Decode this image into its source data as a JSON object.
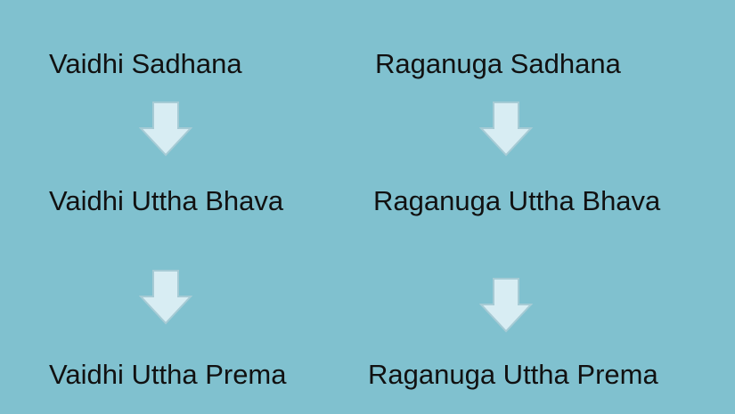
{
  "left_column": [
    "Vaidhi Sadhana",
    "Vaidhi Uttha Bhava",
    "Vaidhi Uttha Prema"
  ],
  "right_column": [
    "Raganuga Sadhana",
    "Raganuga Uttha Bhava",
    "Raganuga Uttha Prema"
  ],
  "colors": {
    "background": "#80c1cf",
    "arrow_fill": "#d8edf3",
    "arrow_stroke": "#a6cbd5"
  }
}
